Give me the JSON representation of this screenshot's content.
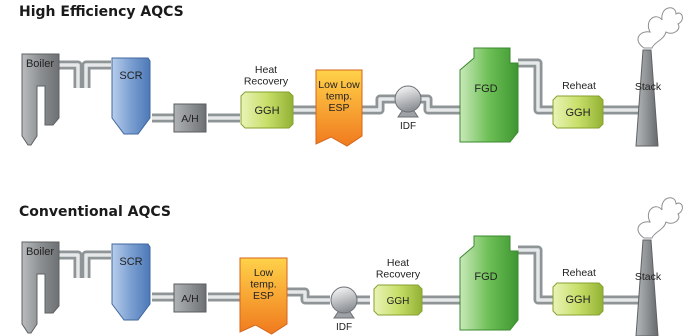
{
  "diagrams": [
    {
      "id": "high",
      "title": "High Efficiency AQCS",
      "equipment": [
        {
          "key": "boiler",
          "label": "Boiler"
        },
        {
          "key": "scr",
          "label": "SCR"
        },
        {
          "key": "ah",
          "label": "A/H"
        },
        {
          "key": "hr_ggh",
          "caption": [
            "Heat",
            "Recovery"
          ],
          "label": "GGH"
        },
        {
          "key": "esp",
          "label": [
            "Low Low",
            "temp.",
            "ESP"
          ]
        },
        {
          "key": "idf",
          "label": "IDF"
        },
        {
          "key": "fgd",
          "label": "FGD"
        },
        {
          "key": "rh_ggh",
          "caption": [
            "Reheat"
          ],
          "label": "GGH"
        },
        {
          "key": "stack",
          "label": "Stack"
        }
      ]
    },
    {
      "id": "conv",
      "title": "Conventional AQCS",
      "equipment": [
        {
          "key": "boiler",
          "label": "Boiler"
        },
        {
          "key": "scr",
          "label": "SCR"
        },
        {
          "key": "ah",
          "label": "A/H"
        },
        {
          "key": "esp",
          "label": [
            "Low",
            "temp.",
            "ESP"
          ]
        },
        {
          "key": "idf",
          "label": "IDF"
        },
        {
          "key": "hr_ggh",
          "caption": [
            "Heat",
            "Recovery"
          ],
          "label": "GGH"
        },
        {
          "key": "fgd",
          "label": "FGD"
        },
        {
          "key": "rh_ggh",
          "caption": [
            "Reheat"
          ],
          "label": "GGH"
        },
        {
          "key": "stack",
          "label": "Stack"
        }
      ]
    }
  ],
  "colors": {
    "pipe": "#8f9497",
    "pipe_core": "#e6e8e9",
    "boiler": "#8c8f91",
    "scr": "#7a9fd1",
    "ah": "#8a8d8f",
    "ggh": "#c8df6a",
    "esp_top": "#ffd24a",
    "esp_bottom": "#f07a1e",
    "idf": "#c8ccd0",
    "fgd": "#6cbf55",
    "stack": "#8f9395",
    "smoke": "#ffffff"
  }
}
